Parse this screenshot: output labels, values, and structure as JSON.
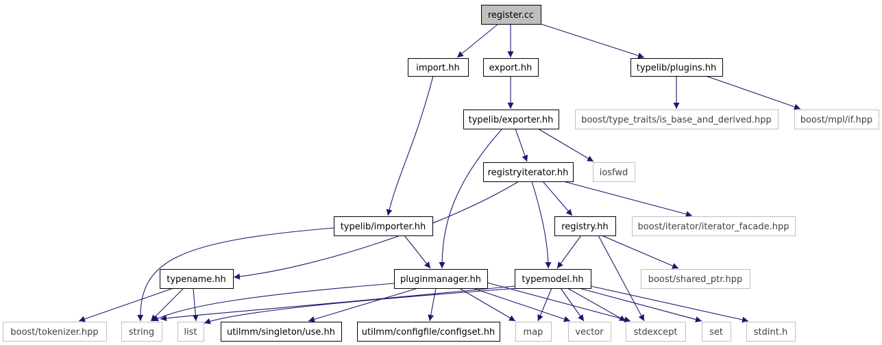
{
  "colors": {
    "edge": "#191970",
    "internal_border": "#000000",
    "external_border": "#bfbfbf",
    "root_fill": "#bfbfbf",
    "node_fill": "#ffffff",
    "internal_text": "#000000",
    "external_text": "#404040"
  },
  "nodes": [
    {
      "id": "register_cc",
      "label": "register.cc",
      "kind": "root"
    },
    {
      "id": "import_hh",
      "label": "import.hh",
      "kind": "internal"
    },
    {
      "id": "export_hh",
      "label": "export.hh",
      "kind": "internal"
    },
    {
      "id": "plugins_hh",
      "label": "typelib/plugins.hh",
      "kind": "internal"
    },
    {
      "id": "exporter_hh",
      "label": "typelib/exporter.hh",
      "kind": "internal"
    },
    {
      "id": "is_base_and_derived",
      "label": "boost/type_traits/is_base_and_derived.hpp",
      "kind": "external"
    },
    {
      "id": "mpl_if",
      "label": "boost/mpl/if.hpp",
      "kind": "external"
    },
    {
      "id": "registryiterator_hh",
      "label": "registryiterator.hh",
      "kind": "internal"
    },
    {
      "id": "iosfwd",
      "label": "iosfwd",
      "kind": "external"
    },
    {
      "id": "importer_hh",
      "label": "typelib/importer.hh",
      "kind": "internal"
    },
    {
      "id": "registry_hh",
      "label": "registry.hh",
      "kind": "internal"
    },
    {
      "id": "iterator_facade",
      "label": "boost/iterator/iterator_facade.hpp",
      "kind": "external"
    },
    {
      "id": "typename_hh",
      "label": "typename.hh",
      "kind": "internal"
    },
    {
      "id": "pluginmanager_hh",
      "label": "pluginmanager.hh",
      "kind": "internal"
    },
    {
      "id": "typemodel_hh",
      "label": "typemodel.hh",
      "kind": "internal"
    },
    {
      "id": "shared_ptr",
      "label": "boost/shared_ptr.hpp",
      "kind": "external"
    },
    {
      "id": "tokenizer",
      "label": "boost/tokenizer.hpp",
      "kind": "external"
    },
    {
      "id": "string",
      "label": "string",
      "kind": "external"
    },
    {
      "id": "list",
      "label": "list",
      "kind": "external"
    },
    {
      "id": "singleton_use",
      "label": "utilmm/singleton/use.hh",
      "kind": "internal"
    },
    {
      "id": "configset",
      "label": "utilmm/configfile/configset.hh",
      "kind": "internal"
    },
    {
      "id": "map",
      "label": "map",
      "kind": "external"
    },
    {
      "id": "vector",
      "label": "vector",
      "kind": "external"
    },
    {
      "id": "stdexcept",
      "label": "stdexcept",
      "kind": "external"
    },
    {
      "id": "set",
      "label": "set",
      "kind": "external"
    },
    {
      "id": "stdint",
      "label": "stdint.h",
      "kind": "external"
    }
  ],
  "edges": [
    {
      "from": "register_cc",
      "to": "import_hh"
    },
    {
      "from": "register_cc",
      "to": "export_hh"
    },
    {
      "from": "register_cc",
      "to": "plugins_hh"
    },
    {
      "from": "import_hh",
      "to": "importer_hh"
    },
    {
      "from": "export_hh",
      "to": "exporter_hh"
    },
    {
      "from": "plugins_hh",
      "to": "is_base_and_derived"
    },
    {
      "from": "plugins_hh",
      "to": "mpl_if"
    },
    {
      "from": "exporter_hh",
      "to": "registryiterator_hh"
    },
    {
      "from": "exporter_hh",
      "to": "iosfwd"
    },
    {
      "from": "exporter_hh",
      "to": "pluginmanager_hh"
    },
    {
      "from": "registryiterator_hh",
      "to": "registry_hh"
    },
    {
      "from": "registryiterator_hh",
      "to": "iterator_facade"
    },
    {
      "from": "registryiterator_hh",
      "to": "typename_hh"
    },
    {
      "from": "registryiterator_hh",
      "to": "typemodel_hh"
    },
    {
      "from": "importer_hh",
      "to": "pluginmanager_hh"
    },
    {
      "from": "importer_hh",
      "to": "string"
    },
    {
      "from": "registry_hh",
      "to": "typemodel_hh"
    },
    {
      "from": "registry_hh",
      "to": "shared_ptr"
    },
    {
      "from": "registry_hh",
      "to": "stdexcept"
    },
    {
      "from": "typename_hh",
      "to": "tokenizer"
    },
    {
      "from": "typename_hh",
      "to": "string"
    },
    {
      "from": "typename_hh",
      "to": "list"
    },
    {
      "from": "pluginmanager_hh",
      "to": "string"
    },
    {
      "from": "pluginmanager_hh",
      "to": "singleton_use"
    },
    {
      "from": "pluginmanager_hh",
      "to": "configset"
    },
    {
      "from": "pluginmanager_hh",
      "to": "map"
    },
    {
      "from": "pluginmanager_hh",
      "to": "vector"
    },
    {
      "from": "pluginmanager_hh",
      "to": "stdexcept"
    },
    {
      "from": "typemodel_hh",
      "to": "string"
    },
    {
      "from": "typemodel_hh",
      "to": "list"
    },
    {
      "from": "typemodel_hh",
      "to": "map"
    },
    {
      "from": "typemodel_hh",
      "to": "vector"
    },
    {
      "from": "typemodel_hh",
      "to": "stdexcept"
    },
    {
      "from": "typemodel_hh",
      "to": "set"
    },
    {
      "from": "typemodel_hh",
      "to": "stdint"
    }
  ]
}
